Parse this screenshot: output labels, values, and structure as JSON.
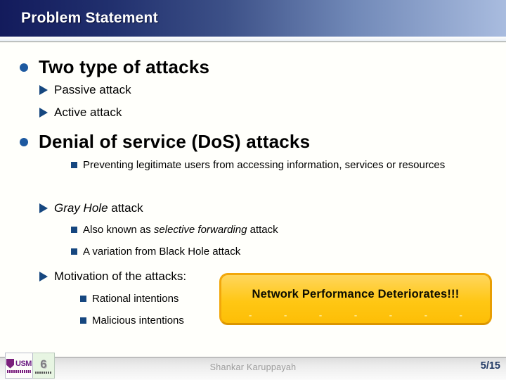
{
  "header": {
    "title": "Problem Statement"
  },
  "content": {
    "items": [
      {
        "level": 1,
        "text": "Two type of attacks"
      },
      {
        "level": 2,
        "text": "Passive attack"
      },
      {
        "level": 2,
        "text": "Active attack"
      },
      {
        "level": 1,
        "text": "Denial of service (DoS) attacks"
      },
      {
        "level": 3,
        "text": "Preventing legitimate users from accessing information, services or resources"
      },
      {
        "level": 2,
        "pre": "",
        "italic": "Gray Hole",
        "post": " attack"
      },
      {
        "level": 3,
        "pre": "Also known as ",
        "italic": "selective forwarding",
        "post": " attack"
      },
      {
        "level": 3,
        "text": "A variation from Black Hole attack"
      },
      {
        "level": 2,
        "text": "Motivation of the attacks:"
      },
      {
        "level": 4,
        "text": "Rational intentions"
      },
      {
        "level": 4,
        "text": "Malicious intentions"
      }
    ]
  },
  "callout": {
    "text": "Network Performance Deteriorates!!!",
    "dashes": "- - - - - - -"
  },
  "footer": {
    "author": "Shankar Karuppayah",
    "page": "5/15",
    "usm_text": "USM",
    "nav6_text": "6"
  },
  "colors": {
    "accent_navy": "#16477F",
    "header_dark": "#131B5C",
    "header_light": "#A9BCDF",
    "callout_fill": "#FFC714",
    "callout_border": "#F2A70A",
    "page_number": "#203864"
  }
}
